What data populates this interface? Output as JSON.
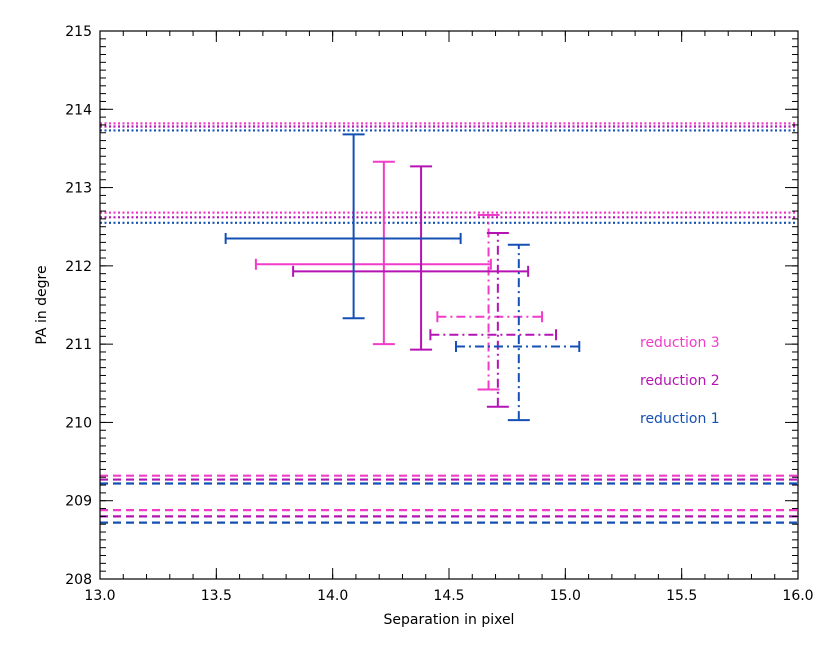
{
  "chart_data": {
    "type": "errorbar",
    "title": "",
    "xlabel": "Separation in pixel",
    "ylabel": "PA in degre",
    "xlim": [
      13.0,
      16.0
    ],
    "ylim": [
      208.0,
      215.0
    ],
    "x_ticks": [
      "13.0",
      "13.5",
      "14.0",
      "14.5",
      "15.0",
      "15.5",
      "16.0"
    ],
    "y_ticks": [
      "208",
      "209",
      "210",
      "211",
      "212",
      "213",
      "214",
      "215"
    ],
    "grid": false,
    "legend_position": "lower-right (inside plot)",
    "series": [
      {
        "name": "reduction 3",
        "color": "#f03cc8",
        "points": [
          {
            "style": "solid",
            "x": 14.22,
            "y": 212.02,
            "xerr": [
              13.67,
              14.68
            ],
            "yerr": [
              211.0,
              213.33
            ]
          },
          {
            "style": "dashdot",
            "x": 14.67,
            "y": 211.35,
            "xerr": [
              14.45,
              14.9
            ],
            "yerr": [
              210.42,
              212.65
            ]
          }
        ],
        "hlines": [
          {
            "style": "dotted",
            "y": 213.82
          },
          {
            "style": "dotted",
            "y": 212.68
          },
          {
            "style": "dashed",
            "y": 209.32
          },
          {
            "style": "dashed",
            "y": 208.88
          }
        ]
      },
      {
        "name": "reduction 2",
        "color": "#b414b4",
        "points": [
          {
            "style": "solid",
            "x": 14.38,
            "y": 211.93,
            "xerr": [
              13.83,
              14.84
            ],
            "yerr": [
              210.93,
              213.27
            ]
          },
          {
            "style": "dashdot",
            "x": 14.71,
            "y": 211.12,
            "xerr": [
              14.42,
              14.96
            ],
            "yerr": [
              210.2,
              212.42
            ]
          }
        ],
        "hlines": [
          {
            "style": "dotted",
            "y": 213.78
          },
          {
            "style": "dotted",
            "y": 212.62
          },
          {
            "style": "dashed",
            "y": 209.27
          },
          {
            "style": "dashed",
            "y": 208.8
          }
        ]
      },
      {
        "name": "reduction 1",
        "color": "#1450b4",
        "points": [
          {
            "style": "solid",
            "x": 14.09,
            "y": 212.35,
            "xerr": [
              13.54,
              14.55
            ],
            "yerr": [
              211.33,
              213.68
            ]
          },
          {
            "style": "dashdot",
            "x": 14.8,
            "y": 210.97,
            "xerr": [
              14.53,
              15.06
            ],
            "yerr": [
              210.03,
              212.27
            ]
          }
        ],
        "hlines": [
          {
            "style": "dotted",
            "y": 213.73
          },
          {
            "style": "dotted",
            "y": 212.55
          },
          {
            "style": "dashed",
            "y": 209.22
          },
          {
            "style": "dashed",
            "y": 208.72
          }
        ]
      }
    ]
  }
}
